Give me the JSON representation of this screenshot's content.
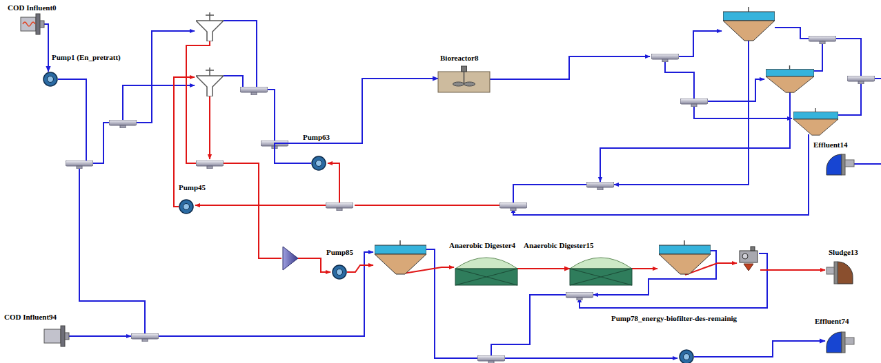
{
  "diagram": {
    "nodes": [
      {
        "text": [
          "COD Influent0"
        ]
      },
      {
        "text": [
          "Pump1 (En_pretratt)"
        ]
      },
      {
        "text": [
          "Bioreactor8"
        ]
      },
      {
        "text": [
          "Pump63"
        ]
      },
      {
        "text": [
          "Effluent14"
        ]
      },
      {
        "text": [
          "Pump45"
        ]
      },
      {
        "text": [
          "Anaerobic Digester4"
        ]
      },
      {
        "text": [
          "Anaerobic Digester15"
        ]
      },
      {
        "text": [
          "Pump85"
        ]
      },
      {
        "text": [
          "Sludge13"
        ]
      },
      {
        "text": [
          "COD Influent94"
        ]
      },
      {
        "text": [
          "Pump78_energy-biofilter-des-remainig"
        ]
      },
      {
        "text": [
          "Effluent74"
        ]
      }
    ],
    "edges": [
      {
        "from": 0,
        "to": 1,
        "arrow": "to"
      },
      {
        "from": 3,
        "to": 2,
        "arrow": "to"
      },
      {
        "from": 6,
        "to": 7,
        "arrow": "to"
      },
      {
        "from": 11,
        "to": 12,
        "arrow": "to"
      }
    ]
  }
}
